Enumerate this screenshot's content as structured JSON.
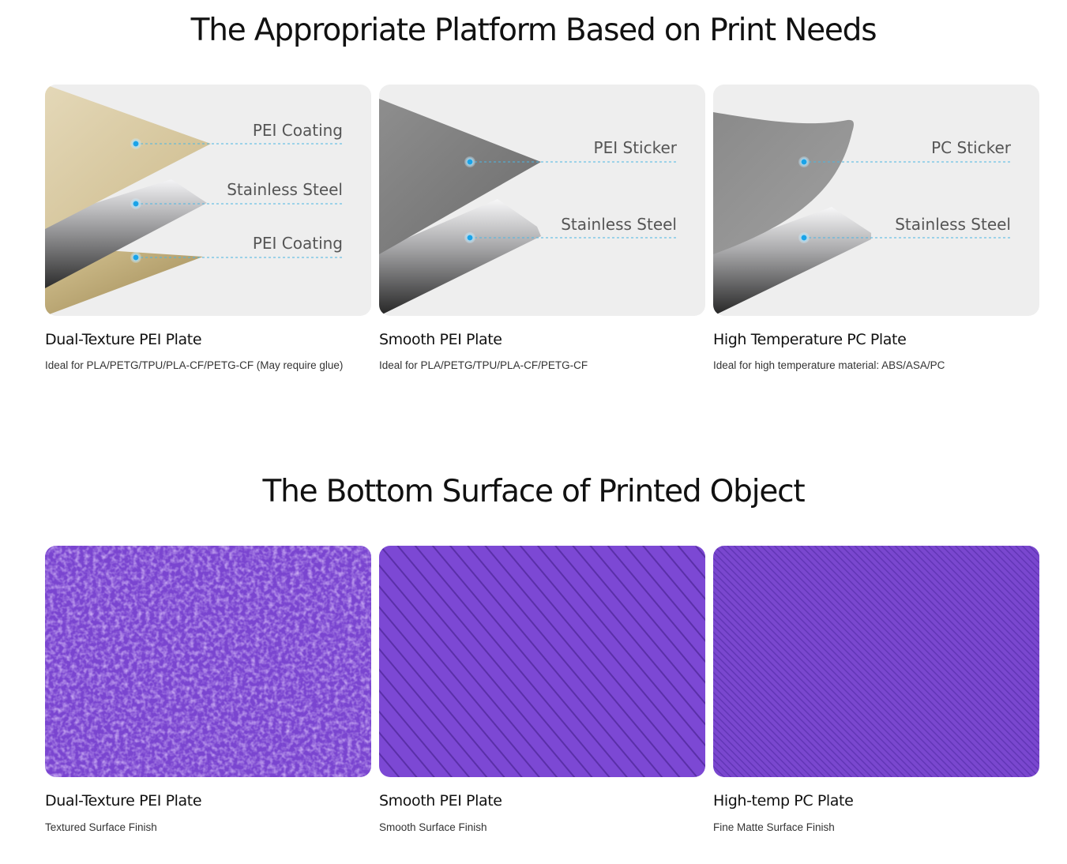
{
  "sections": [
    {
      "title": "The Appropriate Platform Based on Print Needs",
      "cards": [
        {
          "title": "Dual-Texture PEI Plate",
          "subtitle": "Ideal for PLA/PETG/TPU/PLA-CF/PETG-CF (May require glue)",
          "layer_labels": [
            "PEI Coating",
            "Stainless Steel",
            "PEI Coating"
          ]
        },
        {
          "title": "Smooth PEI Plate",
          "subtitle": "Ideal for PLA/PETG/TPU/PLA-CF/PETG-CF",
          "layer_labels": [
            "PEI Sticker",
            "Stainless Steel"
          ]
        },
        {
          "title": "High Temperature PC Plate",
          "subtitle": "Ideal for high temperature material: ABS/ASA/PC",
          "layer_labels": [
            "PC Sticker",
            "Stainless Steel"
          ]
        }
      ]
    },
    {
      "title": "The Bottom Surface of Printed Object",
      "cards": [
        {
          "title": "Dual-Texture PEI Plate",
          "subtitle": "Textured Surface Finish"
        },
        {
          "title": "Smooth PEI Plate",
          "subtitle": "Smooth Surface Finish"
        },
        {
          "title": "High-temp PC Plate",
          "subtitle": "Fine Matte Surface Finish"
        }
      ]
    }
  ],
  "colors": {
    "panel_bg": "#eeeeee",
    "pointer_dot": "#1aa3e8",
    "surface_purple": "#7a45d0"
  }
}
